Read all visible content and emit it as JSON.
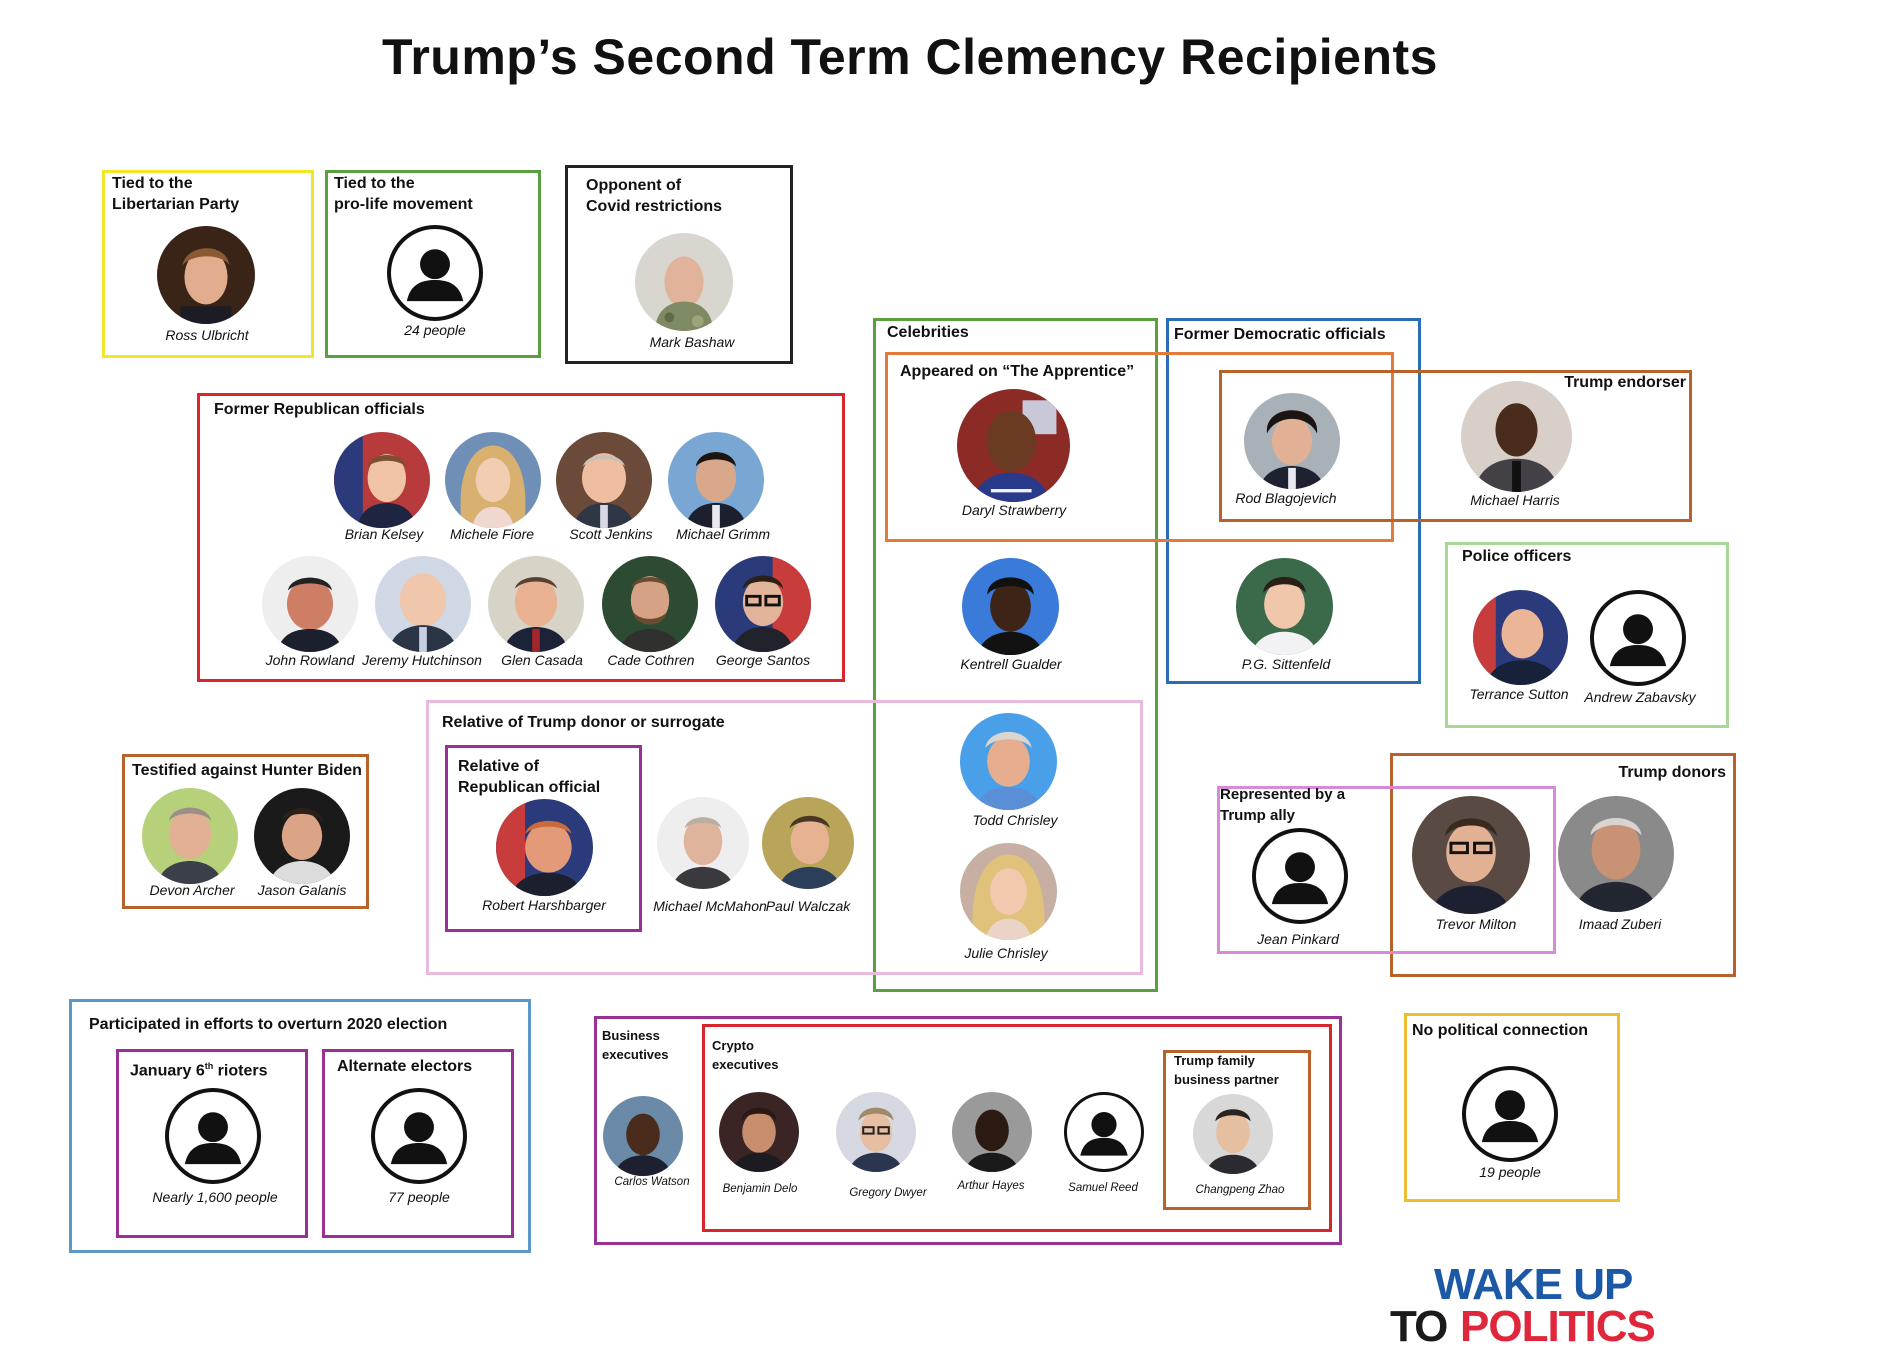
{
  "title": "Trump’s Second Term Clemency Recipients",
  "groups": {
    "libertarian": "Tied to the\nLibertarian Party",
    "prolife": "Tied to the\npro-life movement",
    "covid": "Opponent of\nCovid restrictions",
    "gop": "Former Republican officials",
    "celebrities": "Celebrities",
    "apprentice": "Appeared on “The Apprentice”",
    "dem": "Former Democratic officials",
    "endorser": "Trump endorser",
    "police": "Police officers",
    "relative_donor": "Relative of Trump donor or surrogate",
    "relative_gop": "Relative of\nRepublican official",
    "hunter": "Testified against Hunter Biden",
    "represented": "Represented by a\nTrump ally",
    "donors": "Trump donors",
    "overturn": "Participated in efforts to overturn 2020 election",
    "jan6_pre": "January 6",
    "jan6_sup": "th",
    "jan6_post": " rioters",
    "electors": "Alternate electors",
    "business": "Business\nexecutives",
    "crypto": "Crypto\nexecutives",
    "family_partner": "Trump family\nbusiness partner",
    "no_connection": "No political connection"
  },
  "people": {
    "ulbricht": "Ross Ulbricht",
    "prolife_count": "24 people",
    "bashaw": "Mark Bashaw",
    "kelsey": "Brian Kelsey",
    "fiore": "Michele Fiore",
    "jenkins": "Scott Jenkins",
    "grimm": "Michael Grimm",
    "rowland": "John Rowland",
    "hutchinson": "Jeremy Hutchinson",
    "casada": "Glen Casada",
    "cothren": "Cade Cothren",
    "santos": "George Santos",
    "strawberry": "Daryl Strawberry",
    "gualder": "Kentrell Gualder",
    "todd": "Todd Chrisley",
    "julie": "Julie Chrisley",
    "blagojevich": "Rod Blagojevich",
    "harris": "Michael Harris",
    "sittenfeld": "P.G. Sittenfeld",
    "sutton": "Terrance Sutton",
    "zabavsky": "Andrew Zabavsky",
    "archer": "Devon Archer",
    "galanis": "Jason Galanis",
    "harshbarger": "Robert Harshbarger",
    "mcmahon": "Michael McMahon",
    "walczak": "Paul Walczak",
    "pinkard": "Jean Pinkard",
    "milton": "Trevor Milton",
    "zuberi": "Imaad Zuberi",
    "jan6_count": "Nearly 1,600 people",
    "electors_count": "77 people",
    "watson": "Carlos Watson",
    "delo": "Benjamin Delo",
    "dwyer": "Gregory Dwyer",
    "hayes": "Arthur Hayes",
    "reed": "Samuel Reed",
    "zhao": "Changpeng  Zhao",
    "noconn_count": "19 people"
  },
  "logo": {
    "line1": "WAKE UP",
    "line2_dark": "TO",
    "line2": "POLITICS"
  },
  "colors": {
    "libertarian": "#f3e52a",
    "prolife": "#5aa041",
    "covid": "#222222",
    "gop": "#d8262c",
    "celebrities": "#5aa041",
    "apprentice": "#e27a3a",
    "dem": "#2a6db4",
    "endorser": "#b8612a",
    "police": "#a7d89a",
    "relative_donor": "#eab9df",
    "relative_gop": "#9a2f95",
    "hunter": "#b8612a",
    "represented": "#d78ad6",
    "donors": "#b8612a",
    "overturn": "#5b97c9",
    "jan6": "#9a2f95",
    "electors": "#9a2f95",
    "business": "#9a2f95",
    "crypto": "#d8262c",
    "family_partner": "#b8612a",
    "no_connection": "#eebd31",
    "logo_blue": "#1b58a6",
    "logo_red": "#e0263a"
  }
}
